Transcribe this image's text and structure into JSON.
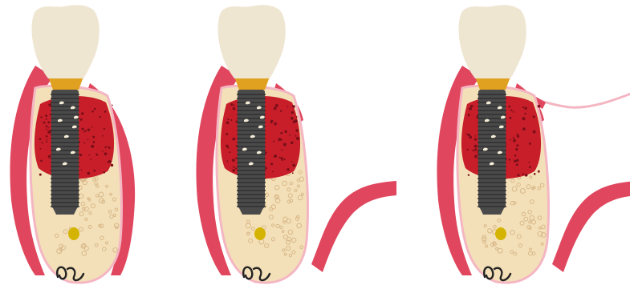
{
  "colors": {
    "background": "#ffffff",
    "gingiva": "#e0475e",
    "gingiva_dark": "#c9304a",
    "periosteum": "#f4b6c2",
    "bone": "#f3e0b8",
    "bone_pores": "#d9b88a",
    "graft": "#c81e2a",
    "graft_dots": "#7a0f18",
    "implant": "#4a4a4a",
    "implant_threads": "#2f2f2f",
    "graft_particles": "#f4ecd6",
    "abutment_collar": "#e0a020",
    "crown": "#efe6d2",
    "canal": "#d4b400",
    "nerve": "#222222"
  },
  "panels": [
    {
      "id": "panel-1",
      "flap_state": "closed"
    },
    {
      "id": "panel-2",
      "flap_state": "released"
    },
    {
      "id": "panel-3",
      "flap_state": "raised"
    }
  ]
}
